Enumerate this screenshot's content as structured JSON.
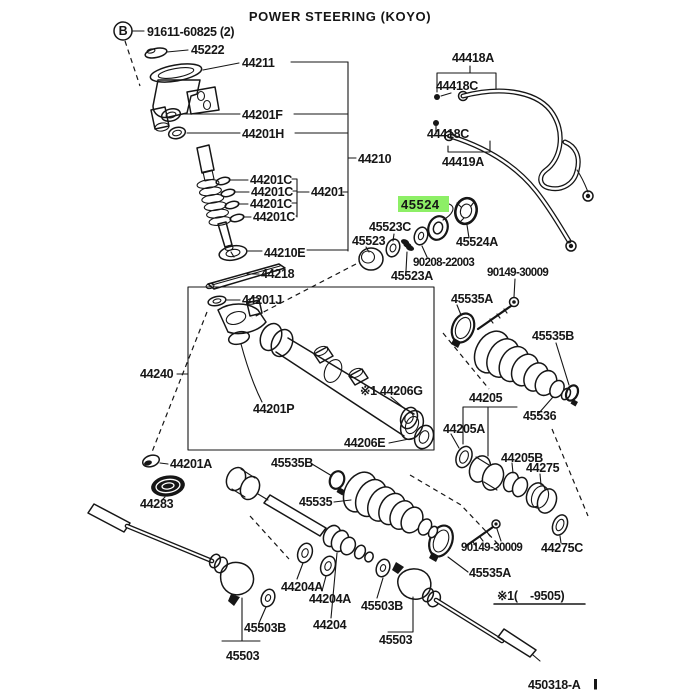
{
  "title": "POWER STEERING (KOYO)",
  "figure_code": "450318-A",
  "callout_b": "B",
  "note": {
    "open": "※1(",
    "close": "-9505)"
  },
  "highlight": {
    "bg": "#8def66",
    "fg": "#1c7a1c",
    "ink": "#161616"
  },
  "parts": [
    "91611-60825 (2)",
    "45222",
    "44211",
    "44201F",
    "44201H",
    "44210",
    "44418A",
    "44418C",
    "44418C",
    "44419A",
    "44201C",
    "44201C",
    "44201C",
    "44201C",
    "44201",
    "44210E",
    "44218",
    "45524",
    "45523C",
    "45523",
    "45524A",
    "90208-22003",
    "45523A",
    "90149-30009",
    "45535A",
    "45535B",
    "44201J",
    "44240",
    "44201P",
    "※1 44206G",
    "44206E",
    "45536",
    "44205",
    "44205A",
    "44205B",
    "44275",
    "44201A",
    "44283",
    "45535B",
    "45535",
    "90149-30009",
    "44275C",
    "45535A",
    "44204A",
    "44204A",
    "45503B",
    "45503B",
    "44204",
    "45503",
    "45503"
  ]
}
